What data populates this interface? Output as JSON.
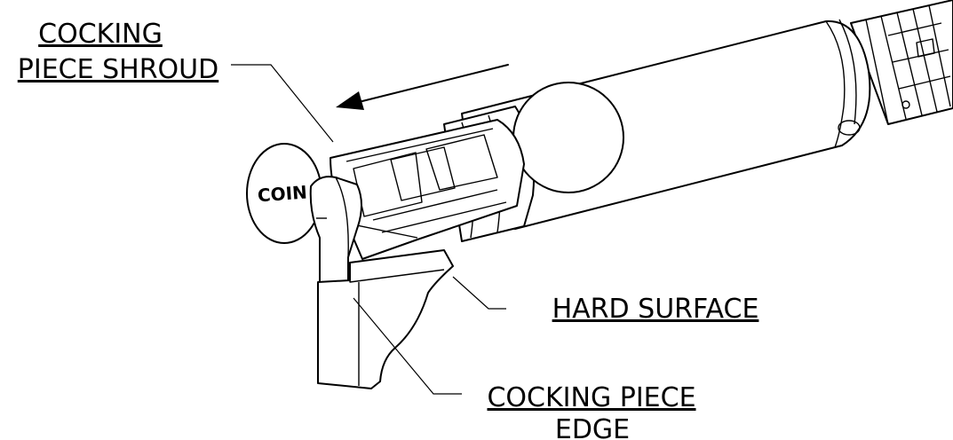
{
  "callouts": {
    "cocking_piece_shroud": [
      "COCKING",
      "PIECE SHROUD"
    ],
    "hard_surface": "HARD SURFACE",
    "cocking_piece_edge": [
      "COCKING PIECE",
      "EDGE"
    ]
  },
  "parts": {
    "coin_label": "COIN"
  },
  "colors": {
    "line": "#000000",
    "background": "#ffffff"
  }
}
